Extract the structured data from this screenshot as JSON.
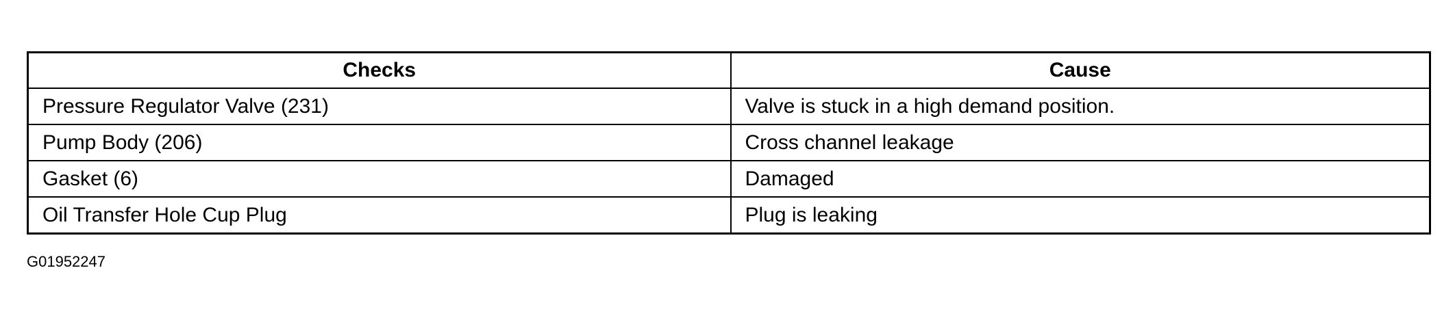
{
  "table": {
    "headers": [
      "Checks",
      "Cause"
    ],
    "rows": [
      [
        "Pressure Regulator Valve (231)",
        "Valve is stuck in a high demand position."
      ],
      [
        "Pump Body (206)",
        "Cross channel leakage"
      ],
      [
        "Gasket (6)",
        "Damaged"
      ],
      [
        "Oil Transfer Hole Cup Plug",
        "Plug is leaking"
      ]
    ]
  },
  "figure_id": "G01952247"
}
